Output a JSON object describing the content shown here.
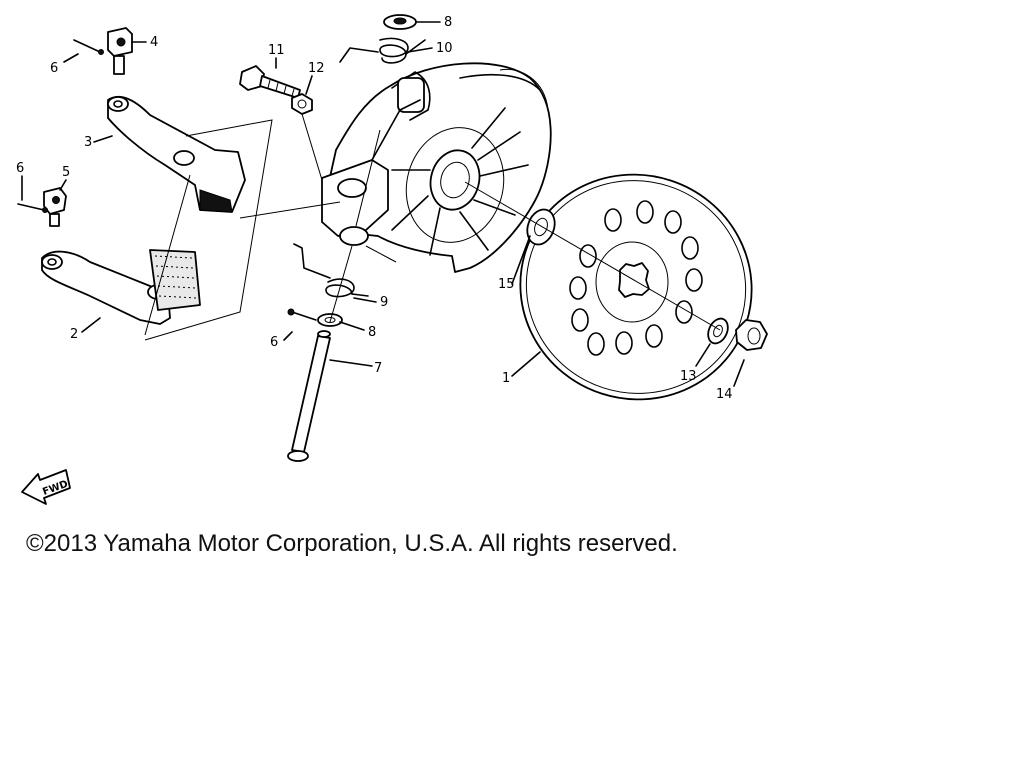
{
  "diagram": {
    "callouts": [
      "1",
      "2",
      "3",
      "4",
      "5",
      "6",
      "6",
      "6",
      "7",
      "8",
      "8",
      "9",
      "10",
      "11",
      "12",
      "13",
      "14",
      "15"
    ],
    "fwd_label": "FWD"
  },
  "footer": {
    "copyright": "©2013 Yamaha Motor Corporation, U.S.A. All rights reserved."
  }
}
